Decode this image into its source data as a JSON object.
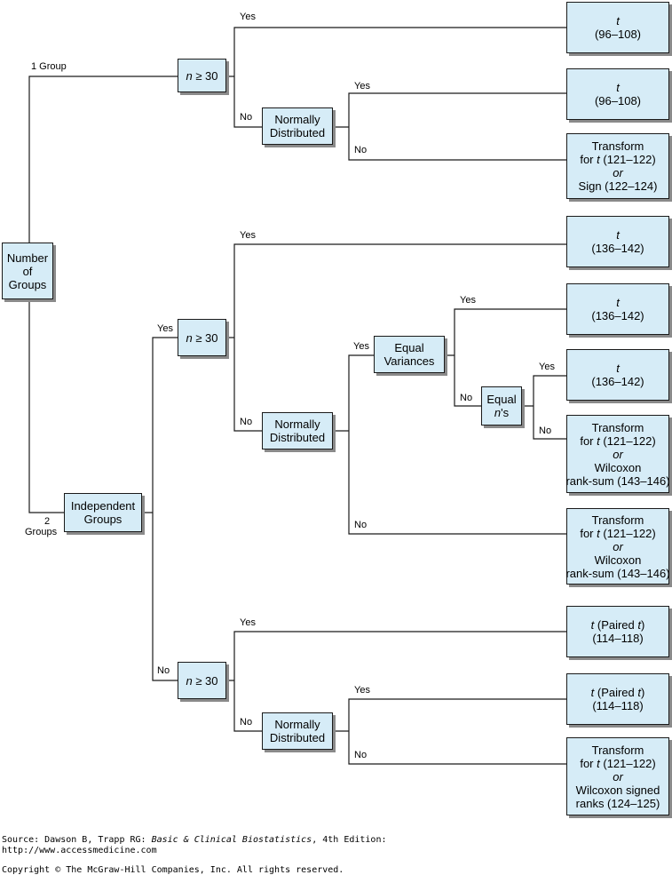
{
  "nodes": {
    "number_of_groups": [
      "Number",
      "of",
      "Groups"
    ],
    "independent_groups": [
      "Independent",
      "Groups"
    ],
    "n_label": "n",
    "n_ge_30_rest": " ≥ 30",
    "normally_distributed": [
      "Normally",
      "Distributed"
    ],
    "equal_variances": [
      "Equal",
      "Variances"
    ],
    "equal": "Equal",
    "ns_suffix": "'s"
  },
  "branches": {
    "one_group": "1 Group",
    "two_groups": [
      "2",
      "Groups"
    ],
    "yes": "Yes",
    "no": "No"
  },
  "results": {
    "t": "t",
    "r1": "(96–108)",
    "r2": "(96–108)",
    "transform": "Transform",
    "for_t_prefix": "for ",
    "for_t_range": " (121–122)",
    "or": "or",
    "sign": "Sign (122–124)",
    "r4": "(136–142)",
    "r5": "(136–142)",
    "r6": "(136–142)",
    "wilcoxon": "Wilcoxon",
    "rank_sum": "rank-sum (143–146)",
    "paired_suffix": " (Paired ",
    "paired_close": ")",
    "r9": "(114–118)",
    "r10": "(114–118)",
    "wilcoxon_signed": "Wilcoxon signed",
    "ranks": "ranks (124–125)"
  },
  "footer": {
    "source_prefix": "Source: Dawson B, Trapp RG: ",
    "source_title": "Basic & Clinical Biostatistics",
    "source_suffix": ", 4th Edition:",
    "url": "http://www.accessmedicine.com",
    "copyright": "Copyright © The McGraw-Hill Companies, Inc. All rights reserved."
  }
}
